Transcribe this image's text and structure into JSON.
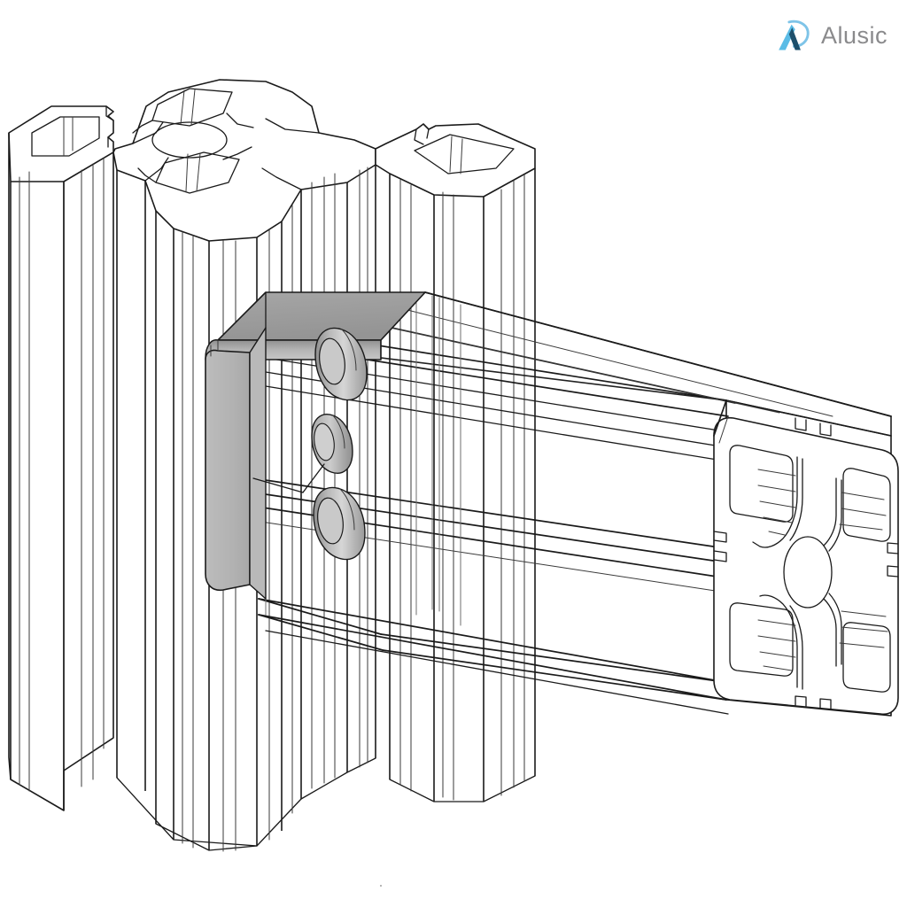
{
  "meta": {
    "title": "Aluminium T-slot profile assembly - isometric CAD line drawing",
    "background_color": "#ffffff"
  },
  "brand": {
    "name": "Alusic",
    "text_color": "#8a8a8c",
    "mark_name": "alusic-a-logo",
    "mark_arc_color": "#7ec4e8",
    "mark_light_color": "#5bbce6",
    "mark_dark_color": "#1d4f6b"
  },
  "drawing": {
    "type": "isometric-technical-line-drawing",
    "line_color": "#1a1a1a",
    "line_color_light": "#555555",
    "stroke_width": 1.6,
    "stroke_width_thin": 1.1,
    "parts": [
      {
        "id": "vertical-profile",
        "name": "Vertical T-slot aluminium profile 40x40",
        "description": "Upright extrusion shown top-down in isometric with open cross-section: central oval bore, four square corner bores, T-slot channels on all four faces.",
        "fill": "#ffffff",
        "stroke": "#1a1a1a",
        "features": [
          "central-oval-bore",
          "four-corner-square-bores",
          "four-t-slots",
          "rounded-corners"
        ]
      },
      {
        "id": "horizontal-profile",
        "name": "Horizontal T-slot aluminium profile 40x80",
        "description": "Beam extending to the right, drawn semi-transparent/wireframe so the anchor bores are visible. End face shows full extruded cross-section.",
        "fill": "#ffffff",
        "stroke": "#1a1a1a",
        "features": [
          "double-chamber-cross-section",
          "central-oval-bores",
          "corner-square-bores",
          "t-slot-grooves"
        ]
      },
      {
        "id": "anchor-bracket",
        "name": "Grey anchor connector block",
        "description": "Shaded grey connector seated between column and beam, with three cylindrical through-bores.",
        "top_face_color": "#9d9d9d",
        "left_face_color": "#b6b6b6",
        "edge_color": "#1a1a1a",
        "bore_count": 3,
        "bore_inner_color": "#a0a0a0",
        "bore_rim_color": "#cfcfcf"
      }
    ]
  }
}
